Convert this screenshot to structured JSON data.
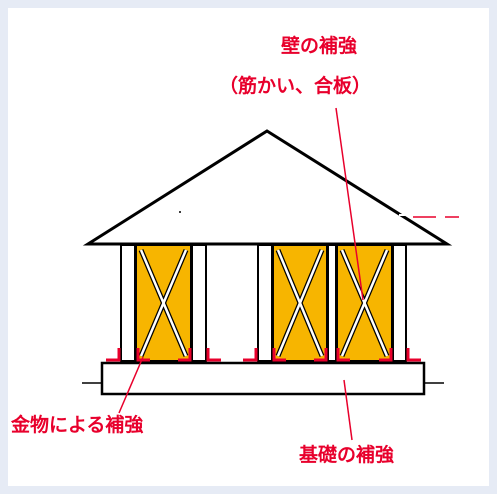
{
  "labels": {
    "wall_reinforcement": "壁の補強",
    "wall_materials": "（筋かい、合板）",
    "metal_reinforcement": "金物による補強",
    "foundation_reinforcement": "基礎の補強"
  },
  "colors": {
    "label": "#e8002c",
    "leader": "#e8002c",
    "panel_fill": "#f7b500",
    "outline": "#000000",
    "frame_background": "#e6ebf5",
    "canvas": "#ffffff"
  }
}
